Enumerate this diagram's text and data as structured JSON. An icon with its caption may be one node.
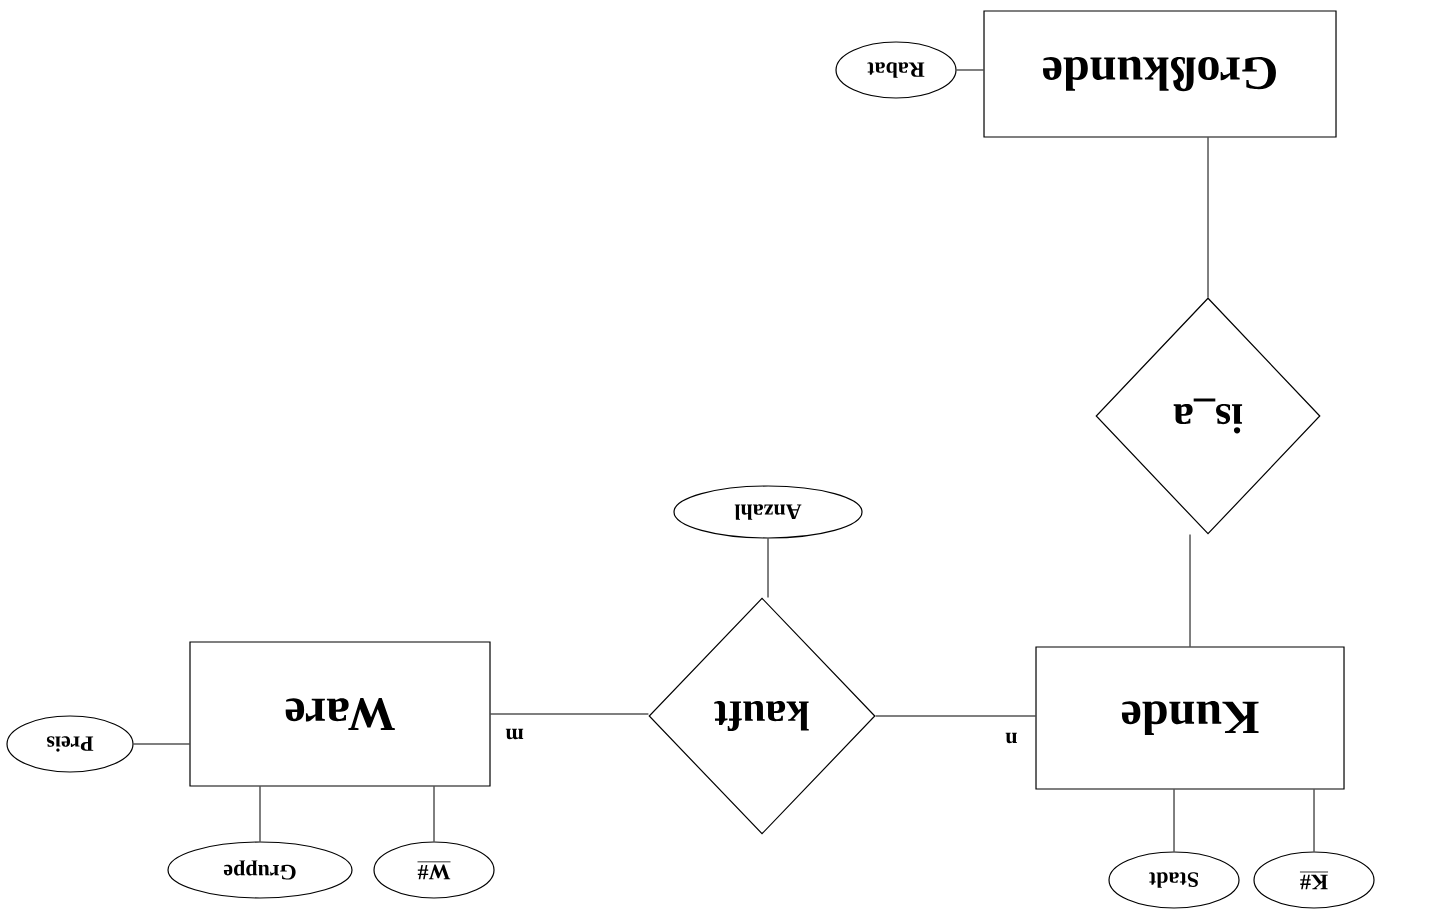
{
  "diagram": {
    "nodes": [
      {
        "text": [
          "Großkunde"
        ]
      },
      {
        "text": [
          "Rabat"
        ]
      },
      {
        "text": [
          "is_a"
        ]
      },
      {
        "text": [
          "Anzahl"
        ]
      },
      {
        "text": [
          "Ware"
        ]
      },
      {
        "text": [
          "kauft"
        ]
      },
      {
        "text": [
          "Kunde"
        ]
      },
      {
        "text": [
          "Preis"
        ]
      },
      {
        "text": [
          "Gruppe"
        ]
      },
      {
        "text": [
          "W#"
        ]
      },
      {
        "text": [
          "Stadt"
        ]
      },
      {
        "text": [
          "K#"
        ]
      }
    ],
    "edges": [
      {
        "from": 1,
        "to": 0,
        "arrow": "none"
      },
      {
        "from": 0,
        "to": 2,
        "arrow": "none"
      },
      {
        "from": 2,
        "to": 6,
        "arrow": "none"
      },
      {
        "from": 3,
        "to": 5,
        "arrow": "none"
      },
      {
        "from": 5,
        "to": 6,
        "arrow": "none",
        "label": "n"
      },
      {
        "from": 4,
        "to": 5,
        "arrow": "none",
        "label": "m"
      },
      {
        "from": 7,
        "to": 4,
        "arrow": "none"
      },
      {
        "from": 8,
        "to": 4,
        "arrow": "none"
      },
      {
        "from": 9,
        "to": 4,
        "arrow": "none"
      },
      {
        "from": 10,
        "to": 6,
        "arrow": "none"
      },
      {
        "from": 11,
        "to": 6,
        "arrow": "none"
      }
    ]
  }
}
